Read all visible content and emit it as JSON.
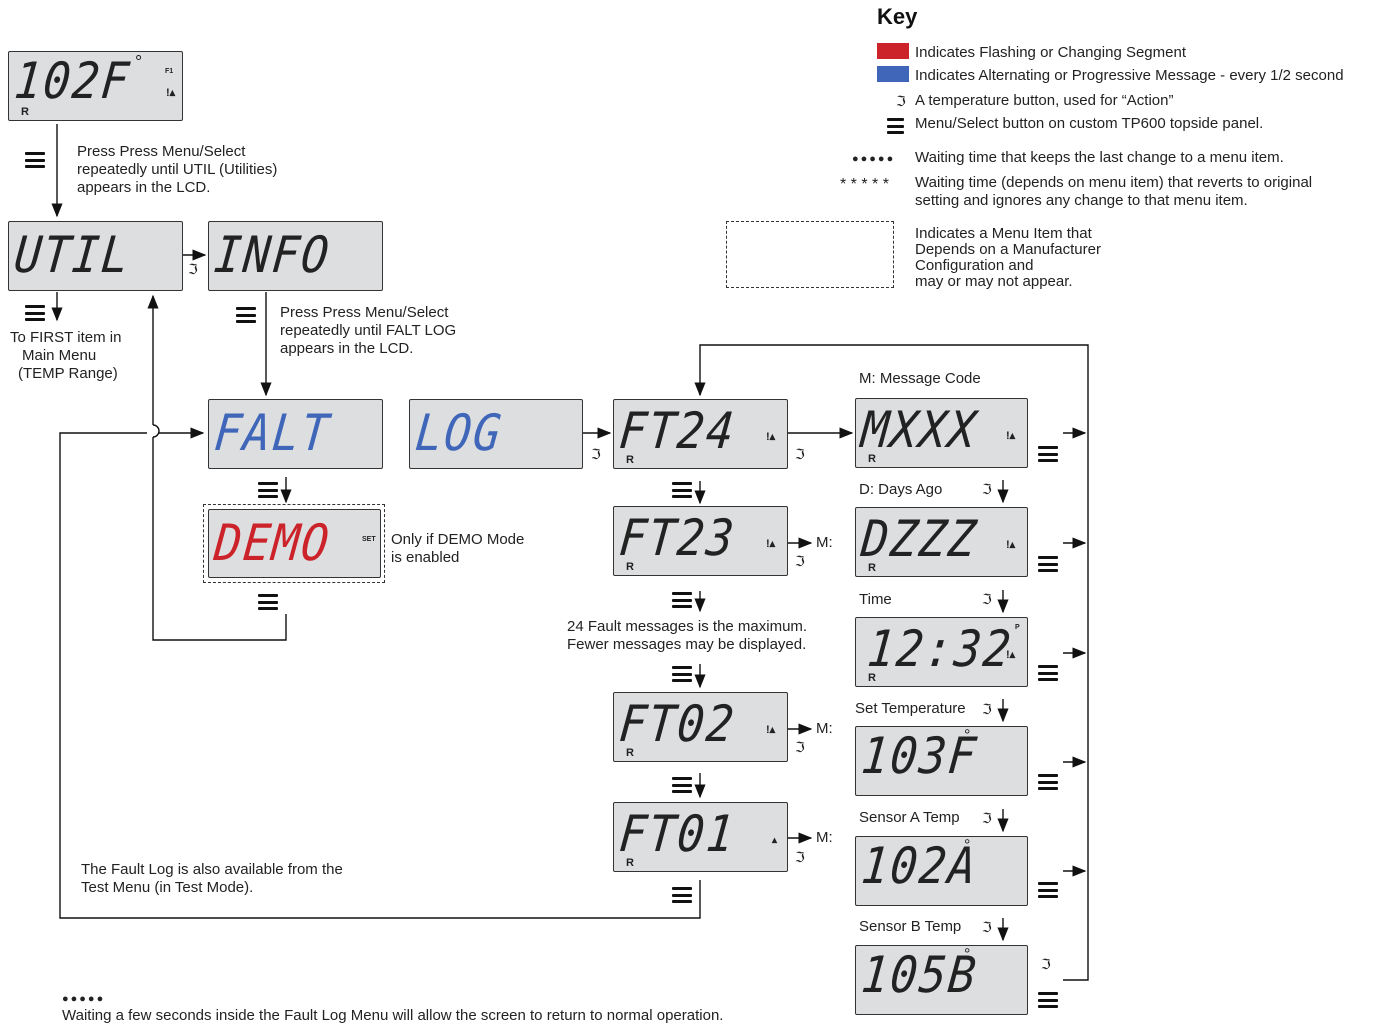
{
  "key": {
    "title": "Key",
    "flashing": "Indicates Flashing or Changing Segment",
    "alternating": "Indicates Alternating or Progressive Message - every 1/2 second",
    "temp_button": "A temperature button, used for “Action”",
    "menu_button": "Menu/Select button on custom TP600 topside panel.",
    "dots_glyph": "●●●●●",
    "dots_desc": "Waiting time that keeps the last change to a menu item.",
    "stars_glyph": "* * * * *",
    "stars_desc_1": "Waiting time (depends on menu item) that reverts to original",
    "stars_desc_2": "setting and ignores any change to that menu item.",
    "dashed_1": "Indicates a Menu Item that",
    "dashed_2": "Depends on a Manufacturer",
    "dashed_3": "Configuration and",
    "dashed_4": "may or may not appear.",
    "colors": {
      "flashing": "#cc2229",
      "alternating": "#3f66b8"
    }
  },
  "lcd": {
    "home": "102F",
    "home_deg": "°",
    "home_f1": "F1",
    "r": "R",
    "util": "UTIL",
    "info": "INFO",
    "falt": "FALT",
    "log": "LOG",
    "demo": "DEMO",
    "demo_set": "SET",
    "ft24": "FT24",
    "ft23": "FT23",
    "ft02": "FT02",
    "ft01": "FT01",
    "mxxx": "MXXX",
    "dzzz": "DZZZ",
    "time": "12:32",
    "time_p": "P",
    "set_temp": "103F",
    "sensor_a": "102A",
    "sensor_b": "105B",
    "deg": "°"
  },
  "notes": {
    "press_util_1": "Press Press Menu/Select",
    "press_util_2": "repeatedly until UTIL (Utilities)",
    "press_util_3": "appears in the LCD.",
    "first_item_1": "To FIRST item in",
    "first_item_2": "Main Menu",
    "first_item_3": "(TEMP Range)",
    "press_falt_1": "Press Press Menu/Select",
    "press_falt_2": "repeatedly until FALT LOG",
    "press_falt_3": "appears in the LCD.",
    "demo_1": "Only if DEMO Mode",
    "demo_2": "is enabled",
    "max_1": "24 Fault messages is the maximum.",
    "max_2": "Fewer messages may be displayed.",
    "test_1": "The Fault Log is also available from the",
    "test_2": "Test Menu (in Test Mode).",
    "m_label": "M:",
    "bottom_dots": "●●●●●",
    "bottom_text": "Waiting a few seconds inside the Fault Log Menu will allow the screen to return to normal operation."
  },
  "labels": {
    "message_code": "M: Message Code",
    "days_ago": "D: Days Ago",
    "time": "Time",
    "set_temp": "Set Temperature",
    "sensor_a": "Sensor A Temp",
    "sensor_b": "Sensor B Temp"
  }
}
